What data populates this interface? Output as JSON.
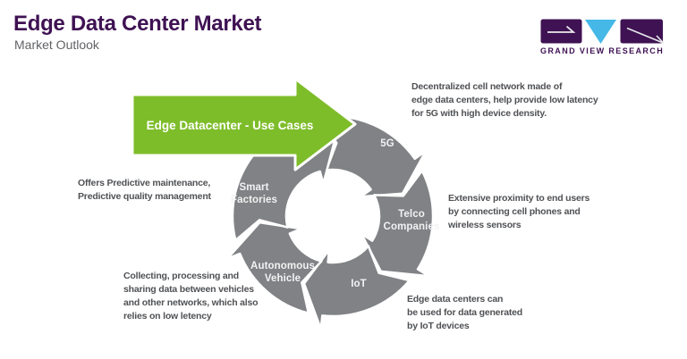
{
  "header": {
    "title": "Edge Data Center Market",
    "subtitle": "Market Outlook"
  },
  "logo": {
    "brand": "GRAND VIEW RESEARCH"
  },
  "diagram": {
    "main_arrow_label": "Edge Datacenter - Use Cases",
    "flow_direction": "clockwise",
    "segments": [
      {
        "id": "5g",
        "label_lines": [
          "5G"
        ],
        "description": "Decentralized cell network made of\nedge data centers, help provide low latency\nfor 5G with high device density."
      },
      {
        "id": "telco-companies",
        "label_lines": [
          "Telco",
          "Companies"
        ],
        "description": "Extensive proximity to end users\nby connecting cell phones and\nwireless sensors"
      },
      {
        "id": "iot",
        "label_lines": [
          "IoT"
        ],
        "description": "Edge data centers can\nbe used for data generated\nby IoT devices"
      },
      {
        "id": "autonomous-vehicle",
        "label_lines": [
          "Autonomous",
          "Vehicle"
        ],
        "description": "Collecting, processing and\nsharing data between vehicles\nand other networks, which also\nrelies on low letency"
      },
      {
        "id": "smart-factories",
        "label_lines": [
          "Smart",
          "Factories"
        ],
        "description": "Offers Predictive maintenance,\nPredictive quality management"
      }
    ]
  },
  "colors": {
    "accent_green": "#7EBD2A",
    "ring_gray": "#808285",
    "brand_purple": "#3F1253",
    "logo_cyan": "#45B8E8",
    "text_gray": "#4F5154"
  }
}
